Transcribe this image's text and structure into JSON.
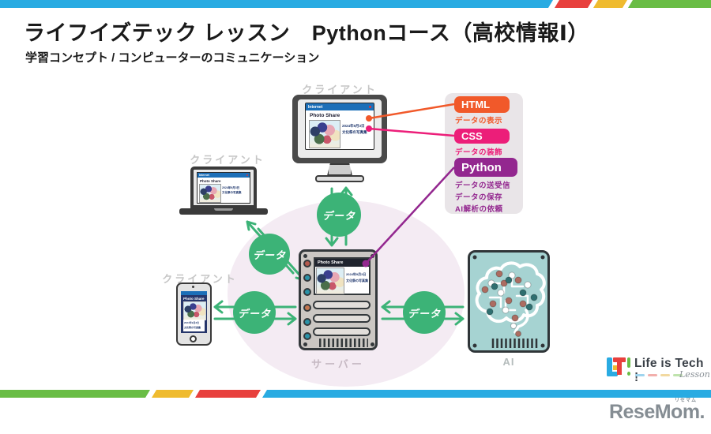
{
  "header": {
    "title": "ライフイズテック レッスン　Pythonコース（高校情報Ⅰ）",
    "subtitle": "学習コンセプト / コンピューターのコミュニケーション"
  },
  "brand_colors": {
    "blue": "#29ABE2",
    "red": "#E8403D",
    "yellow": "#EFBB2F",
    "green": "#69BD45"
  },
  "diagram": {
    "data_label": "データ",
    "clients": {
      "desktop": "クライアント",
      "laptop": "クライアント",
      "phone": "クライアント"
    },
    "server_label": "サーバー",
    "ai_label": "AI",
    "browser": {
      "window_title": "Internet",
      "app_title": "Photo Share",
      "caption_line1": "2024年9月3日",
      "caption_line2": "文化祭の写真集"
    },
    "tech": [
      {
        "name": "HTML",
        "color": "#F1592A",
        "notes": [
          "データの表示"
        ]
      },
      {
        "name": "CSS",
        "color": "#EC1E79",
        "notes": [
          "データの装飾"
        ]
      },
      {
        "name": "Python",
        "color": "#93278F",
        "notes": [
          "データの送受信",
          "データの保存",
          "AI解析の依頼"
        ]
      }
    ],
    "accents": {
      "arrow_green": "#3CB377",
      "ellipse_bg": "#F4EBF3"
    }
  },
  "footer": {
    "lifeistech": {
      "name": "Life is Tech !",
      "sub": "Lesson"
    },
    "resemom": {
      "name": "ReseMom",
      "suffix": ".",
      "ruby": "リセマム"
    }
  }
}
